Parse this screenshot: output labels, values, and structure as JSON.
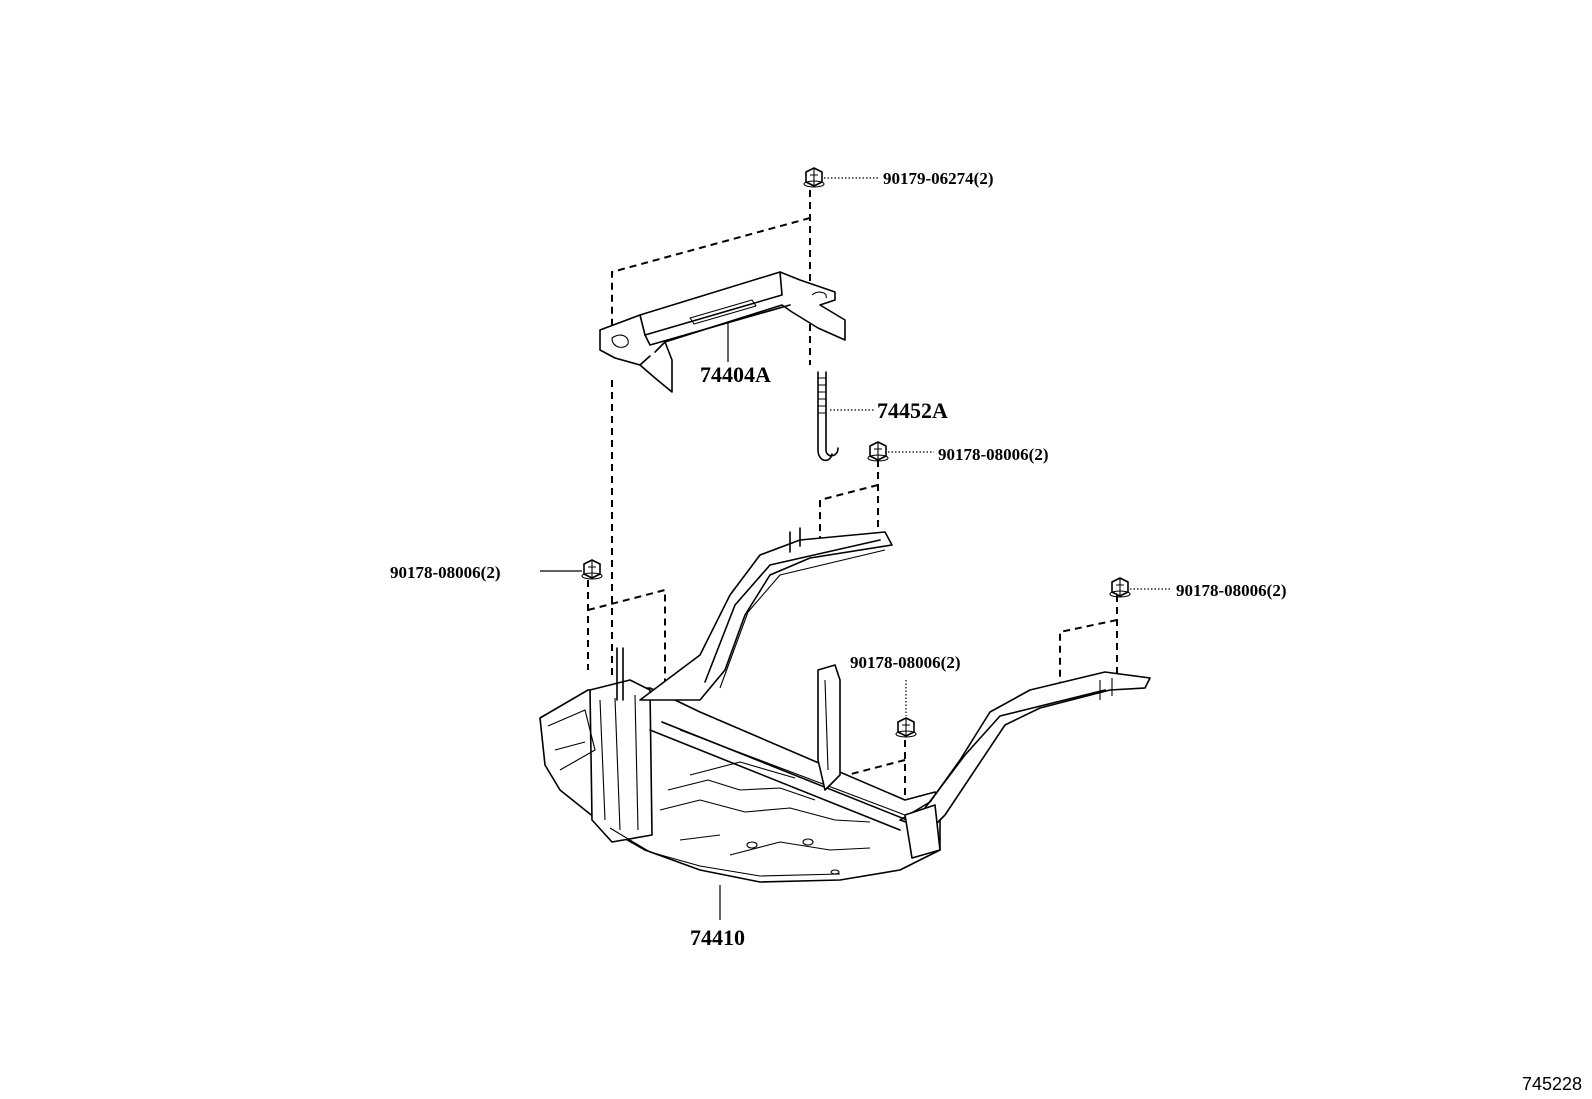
{
  "parts": {
    "nut_top": "90179-06274(2)",
    "bracket": "74404A",
    "hook_bolt": "74452A",
    "nut_mid_right": "90178-08006(2)",
    "nut_left": "90178-08006(2)",
    "nut_far_right": "90178-08006(2)",
    "nut_center": "90178-08006(2)",
    "tray": "74410"
  },
  "diagram_ref": "745228"
}
